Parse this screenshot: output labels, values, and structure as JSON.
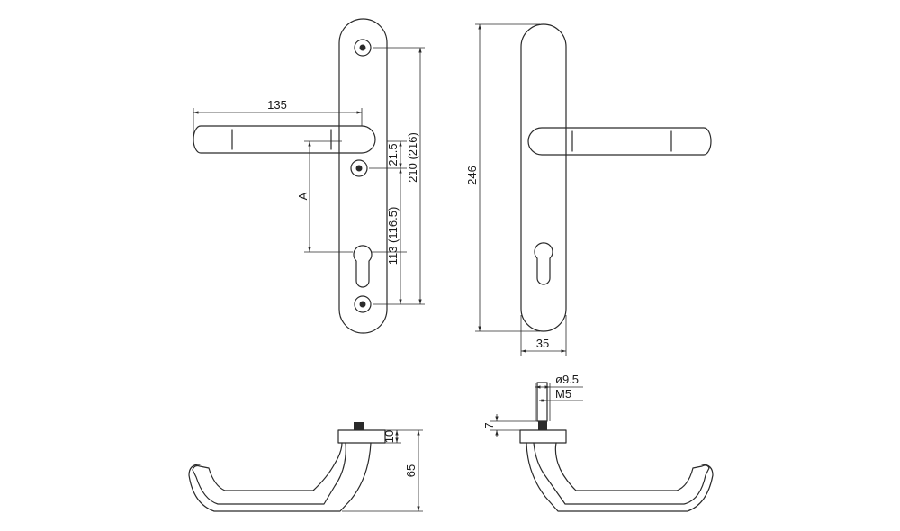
{
  "dimensions": {
    "lever_length": "135",
    "spindle_offset": "21.5",
    "screw_pitch": "210 (216)",
    "distance_a": "A",
    "cylinder_distance": "113 (116.5)",
    "plate_height": "246",
    "plate_width": "35",
    "spindle_diameter": "ø9.5",
    "thread_size": "M5",
    "collar_height": "7",
    "rose_height": "10",
    "handle_projection": "65"
  }
}
